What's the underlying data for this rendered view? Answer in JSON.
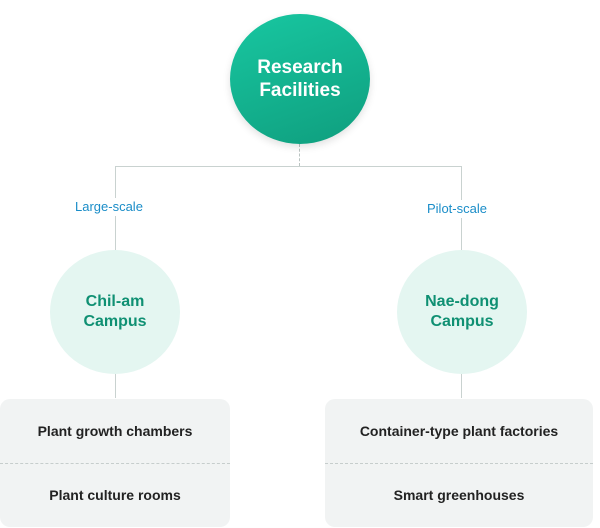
{
  "root": {
    "title_line1": "Research",
    "title_line2": "Facilities"
  },
  "branches": [
    {
      "scale_label": "Large-scale",
      "campus_line1": "Chil-am",
      "campus_line2": "Campus",
      "items": [
        "Plant growth chambers",
        "Plant culture rooms"
      ]
    },
    {
      "scale_label": "Pilot-scale",
      "campus_line1": "Nae-dong",
      "campus_line2": "Campus",
      "items": [
        "Container-type plant factories",
        "Smart greenhouses"
      ]
    }
  ],
  "colors": {
    "root_fill": "#13b592",
    "campus_fill": "#e4f6f1",
    "campus_text": "#0f9073",
    "scale_label_text": "#1a8dc8",
    "box_fill": "#f1f3f3"
  }
}
